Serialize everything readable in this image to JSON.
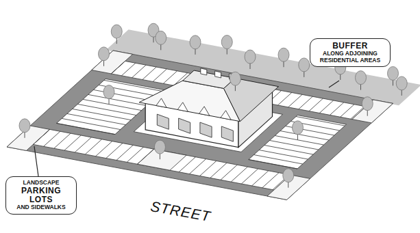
{
  "diagram": {
    "nodes": [
      {
        "text": [
          "BUFFER",
          "ALONG ADJOINING RESIDENTIAL AREAS"
        ]
      },
      {
        "text": [
          "LANDSCAPE",
          "PARKING LOTS",
          "AND SIDEWALKS"
        ]
      }
    ],
    "labels": [
      "STREET"
    ]
  }
}
